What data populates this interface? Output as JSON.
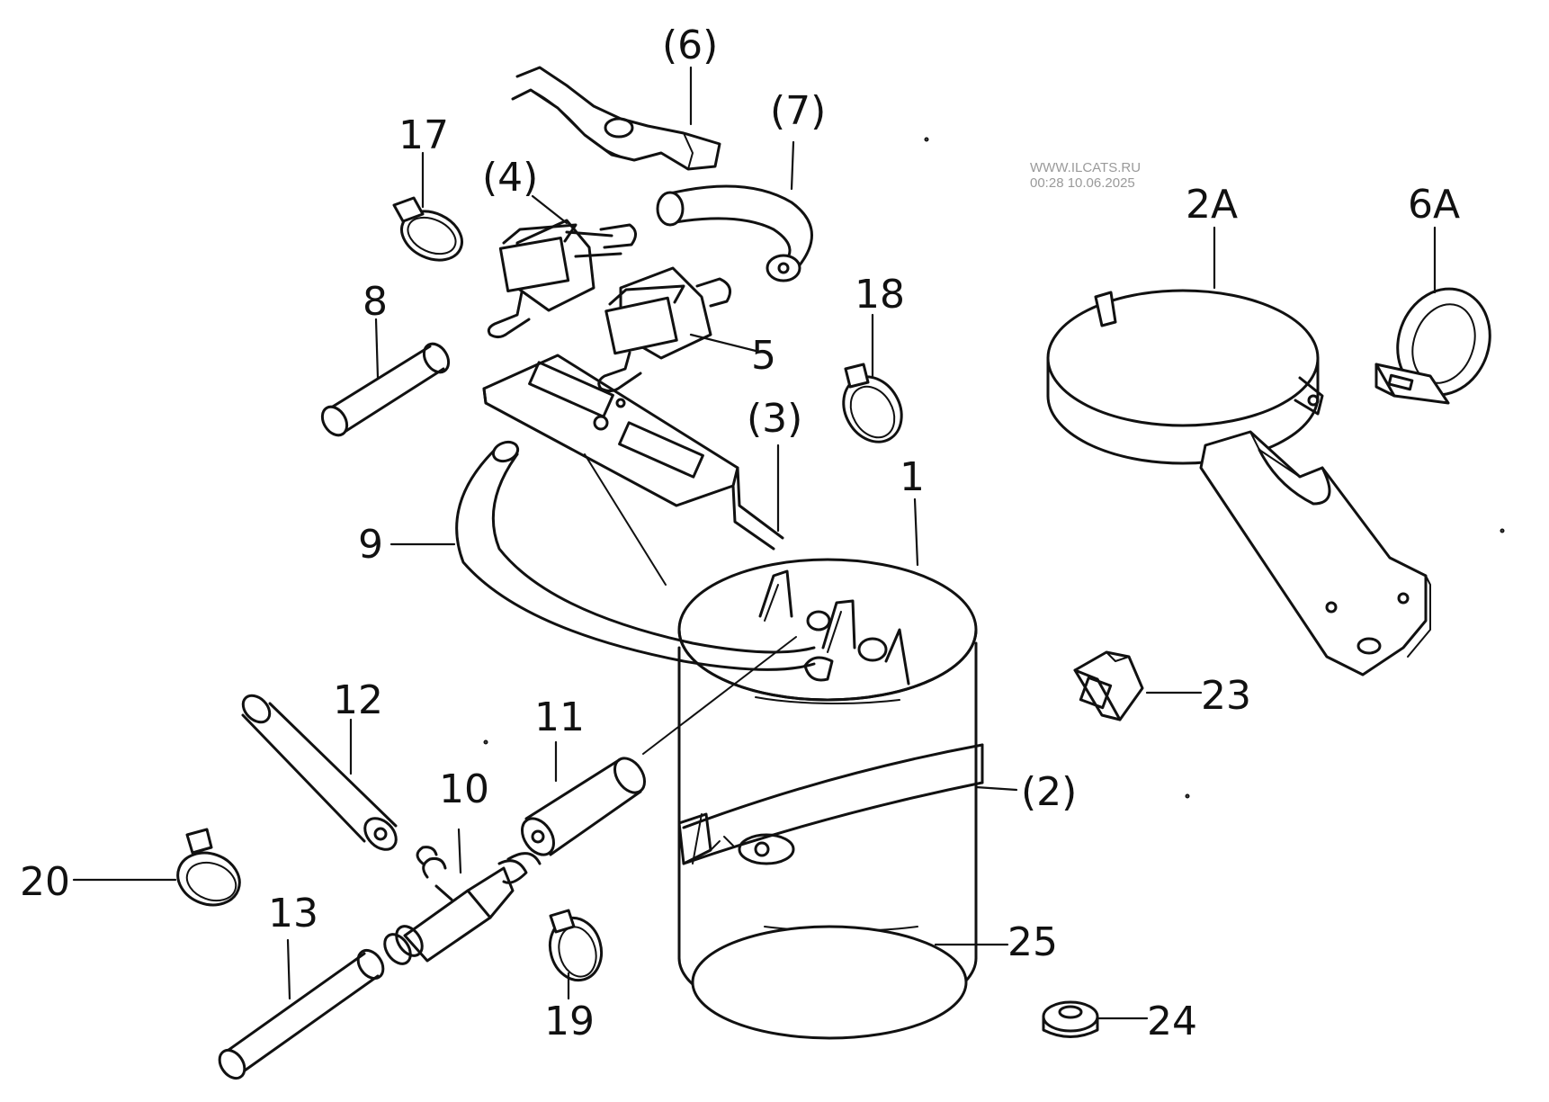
{
  "watermark": {
    "site": "WWW.ILCATS.RU",
    "timestamp": "00:28 10.06.2025"
  },
  "callouts": {
    "c1": "1",
    "c2": "(2)",
    "c2a": "2A",
    "c3": "(3)",
    "c4": "(4)",
    "c5": "5",
    "c6": "(6)",
    "c6a": "6A",
    "c7": "(7)",
    "c8": "8",
    "c9": "9",
    "c10": "10",
    "c11": "11",
    "c12": "12",
    "c13": "13",
    "c17": "17",
    "c18": "18",
    "c19": "19",
    "c20": "20",
    "c23": "23",
    "c24": "24",
    "c25": "25"
  }
}
